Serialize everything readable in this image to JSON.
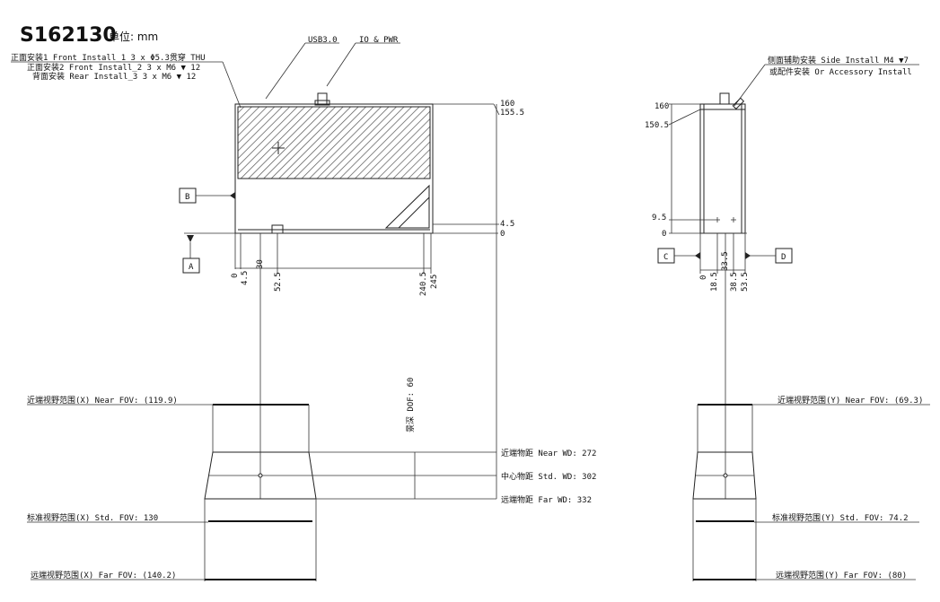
{
  "header": {
    "model": "S162130",
    "unit_label": "单位: mm",
    "front_install_1": "正面安装1 Front Install_1 3 x Φ5.3贯穿 THU",
    "front_install_2": "正面安装2 Front Install_2 3 x M6 ▼ 12",
    "rear_install": "背面安装 Rear Install_3 3 x M6 ▼ 12",
    "side_install": "侧面辅助安装 Side Install M4 ▼7",
    "accessory_install": "或配件安装 Or Accessory Install"
  },
  "connectors": {
    "usb": "USB3.0",
    "io": "IO & PWR"
  },
  "datums": {
    "a": "A",
    "b": "B",
    "c": "C",
    "d": "D"
  },
  "front_dims": {
    "h160": "160",
    "h155": "155.5",
    "h4": "4.5",
    "h0": "0",
    "x0": "0",
    "x4": "4.5",
    "x30": "30",
    "x52": "52.5",
    "x240": "240.5",
    "x245": "245"
  },
  "side_dims": {
    "h160": "160",
    "h150": "150.5",
    "h9": "9.5",
    "h0": "0",
    "x0": "0",
    "x18": "18.5",
    "x33": "33.5",
    "x38": "38.5",
    "x53": "53.5"
  },
  "fov": {
    "dof": "景深 DOF: 60",
    "near_wd": "近端物距 Near WD: 272",
    "std_wd": "中心物距 Std. WD: 302",
    "far_wd": "远端物距 Far WD: 332",
    "near_x": "近端视野范围(X) Near FOV: (119.9)",
    "std_x": "标准视野范围(X) Std. FOV: 130",
    "far_x": "远端视野范围(X) Far FOV: (140.2)",
    "near_y": "近端视野范围(Y) Near FOV: (69.3)",
    "std_y": "标准视野范围(Y) Std. FOV: 74.2",
    "far_y": "远端视野范围(Y) Far FOV: (80)"
  }
}
